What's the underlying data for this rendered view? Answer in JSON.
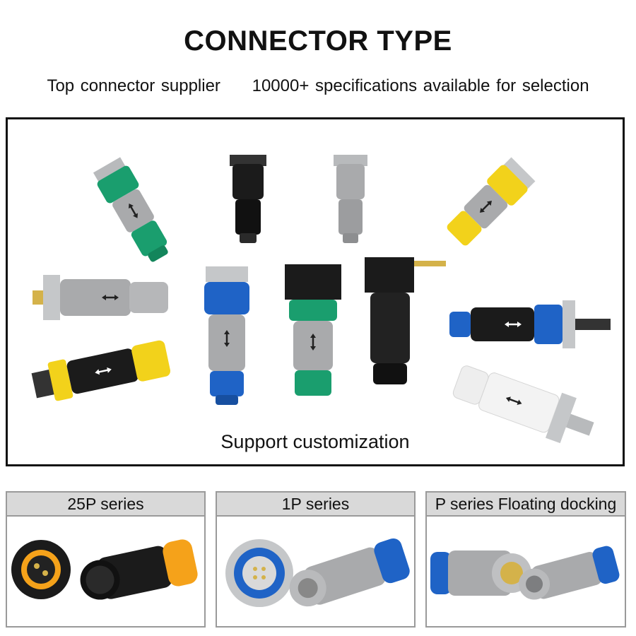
{
  "header": {
    "title": "CONNECTOR TYPE",
    "subtitle_left": "Top connector supplier",
    "subtitle_right": "10000+ specifications available for selection"
  },
  "hero": {
    "caption": "Support customization"
  },
  "panels": [
    {
      "label": "25P series"
    },
    {
      "label": "1P series"
    },
    {
      "label": "P series Floating docking"
    }
  ],
  "colors": {
    "green": "#1a9e6e",
    "yellow": "#f2d21b",
    "blue": "#1f63c6",
    "orange": "#f5a21a",
    "gray": "#a9aaac",
    "black": "#1b1b1b",
    "white": "#eeeeee",
    "metal": "#c5c7c9"
  }
}
